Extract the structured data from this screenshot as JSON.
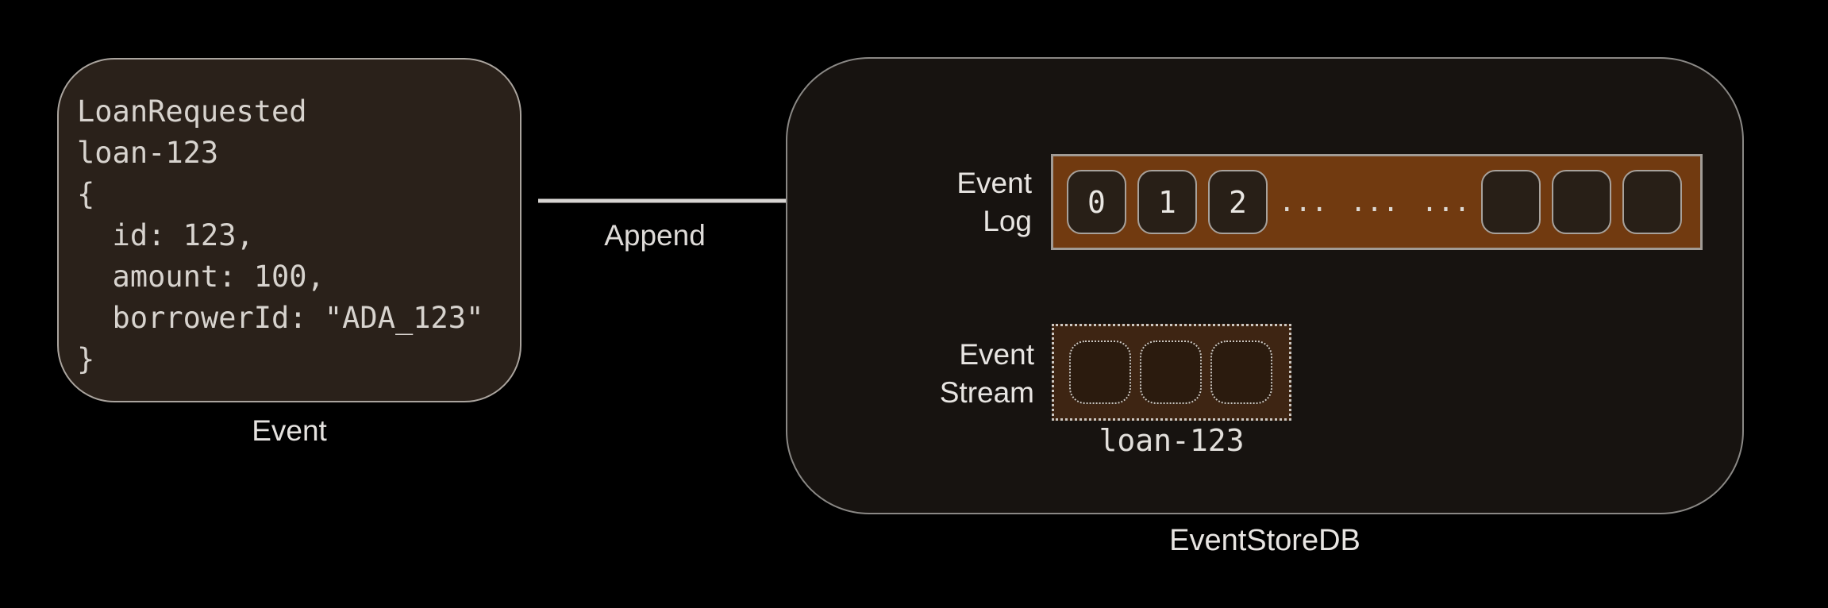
{
  "scene": {
    "background": "#000000"
  },
  "event_card": {
    "code": "LoanRequested\nloan-123\n{\n  id: 123,\n  amount: 100,\n  borrowerId: \"ADA_123\"\n}",
    "caption": "Event"
  },
  "append": {
    "label": "Append"
  },
  "event_store": {
    "title": "EventStoreDB",
    "event_log": {
      "label": "Event\nLog",
      "cells": [
        "0",
        "1",
        "2"
      ],
      "ellipsis": "... ... ...",
      "empty_cell_count": 3
    },
    "event_stream": {
      "label": "Event\nStream",
      "stream_name": "loan-123",
      "empty_cell_count": 3
    }
  },
  "colors": {
    "background": "#000000",
    "card_fill": "#2a211a",
    "store_fill": "#171310",
    "log_bar": "#713a10",
    "stream_box": "#3e2513",
    "arrow": "#d8d5d2"
  }
}
